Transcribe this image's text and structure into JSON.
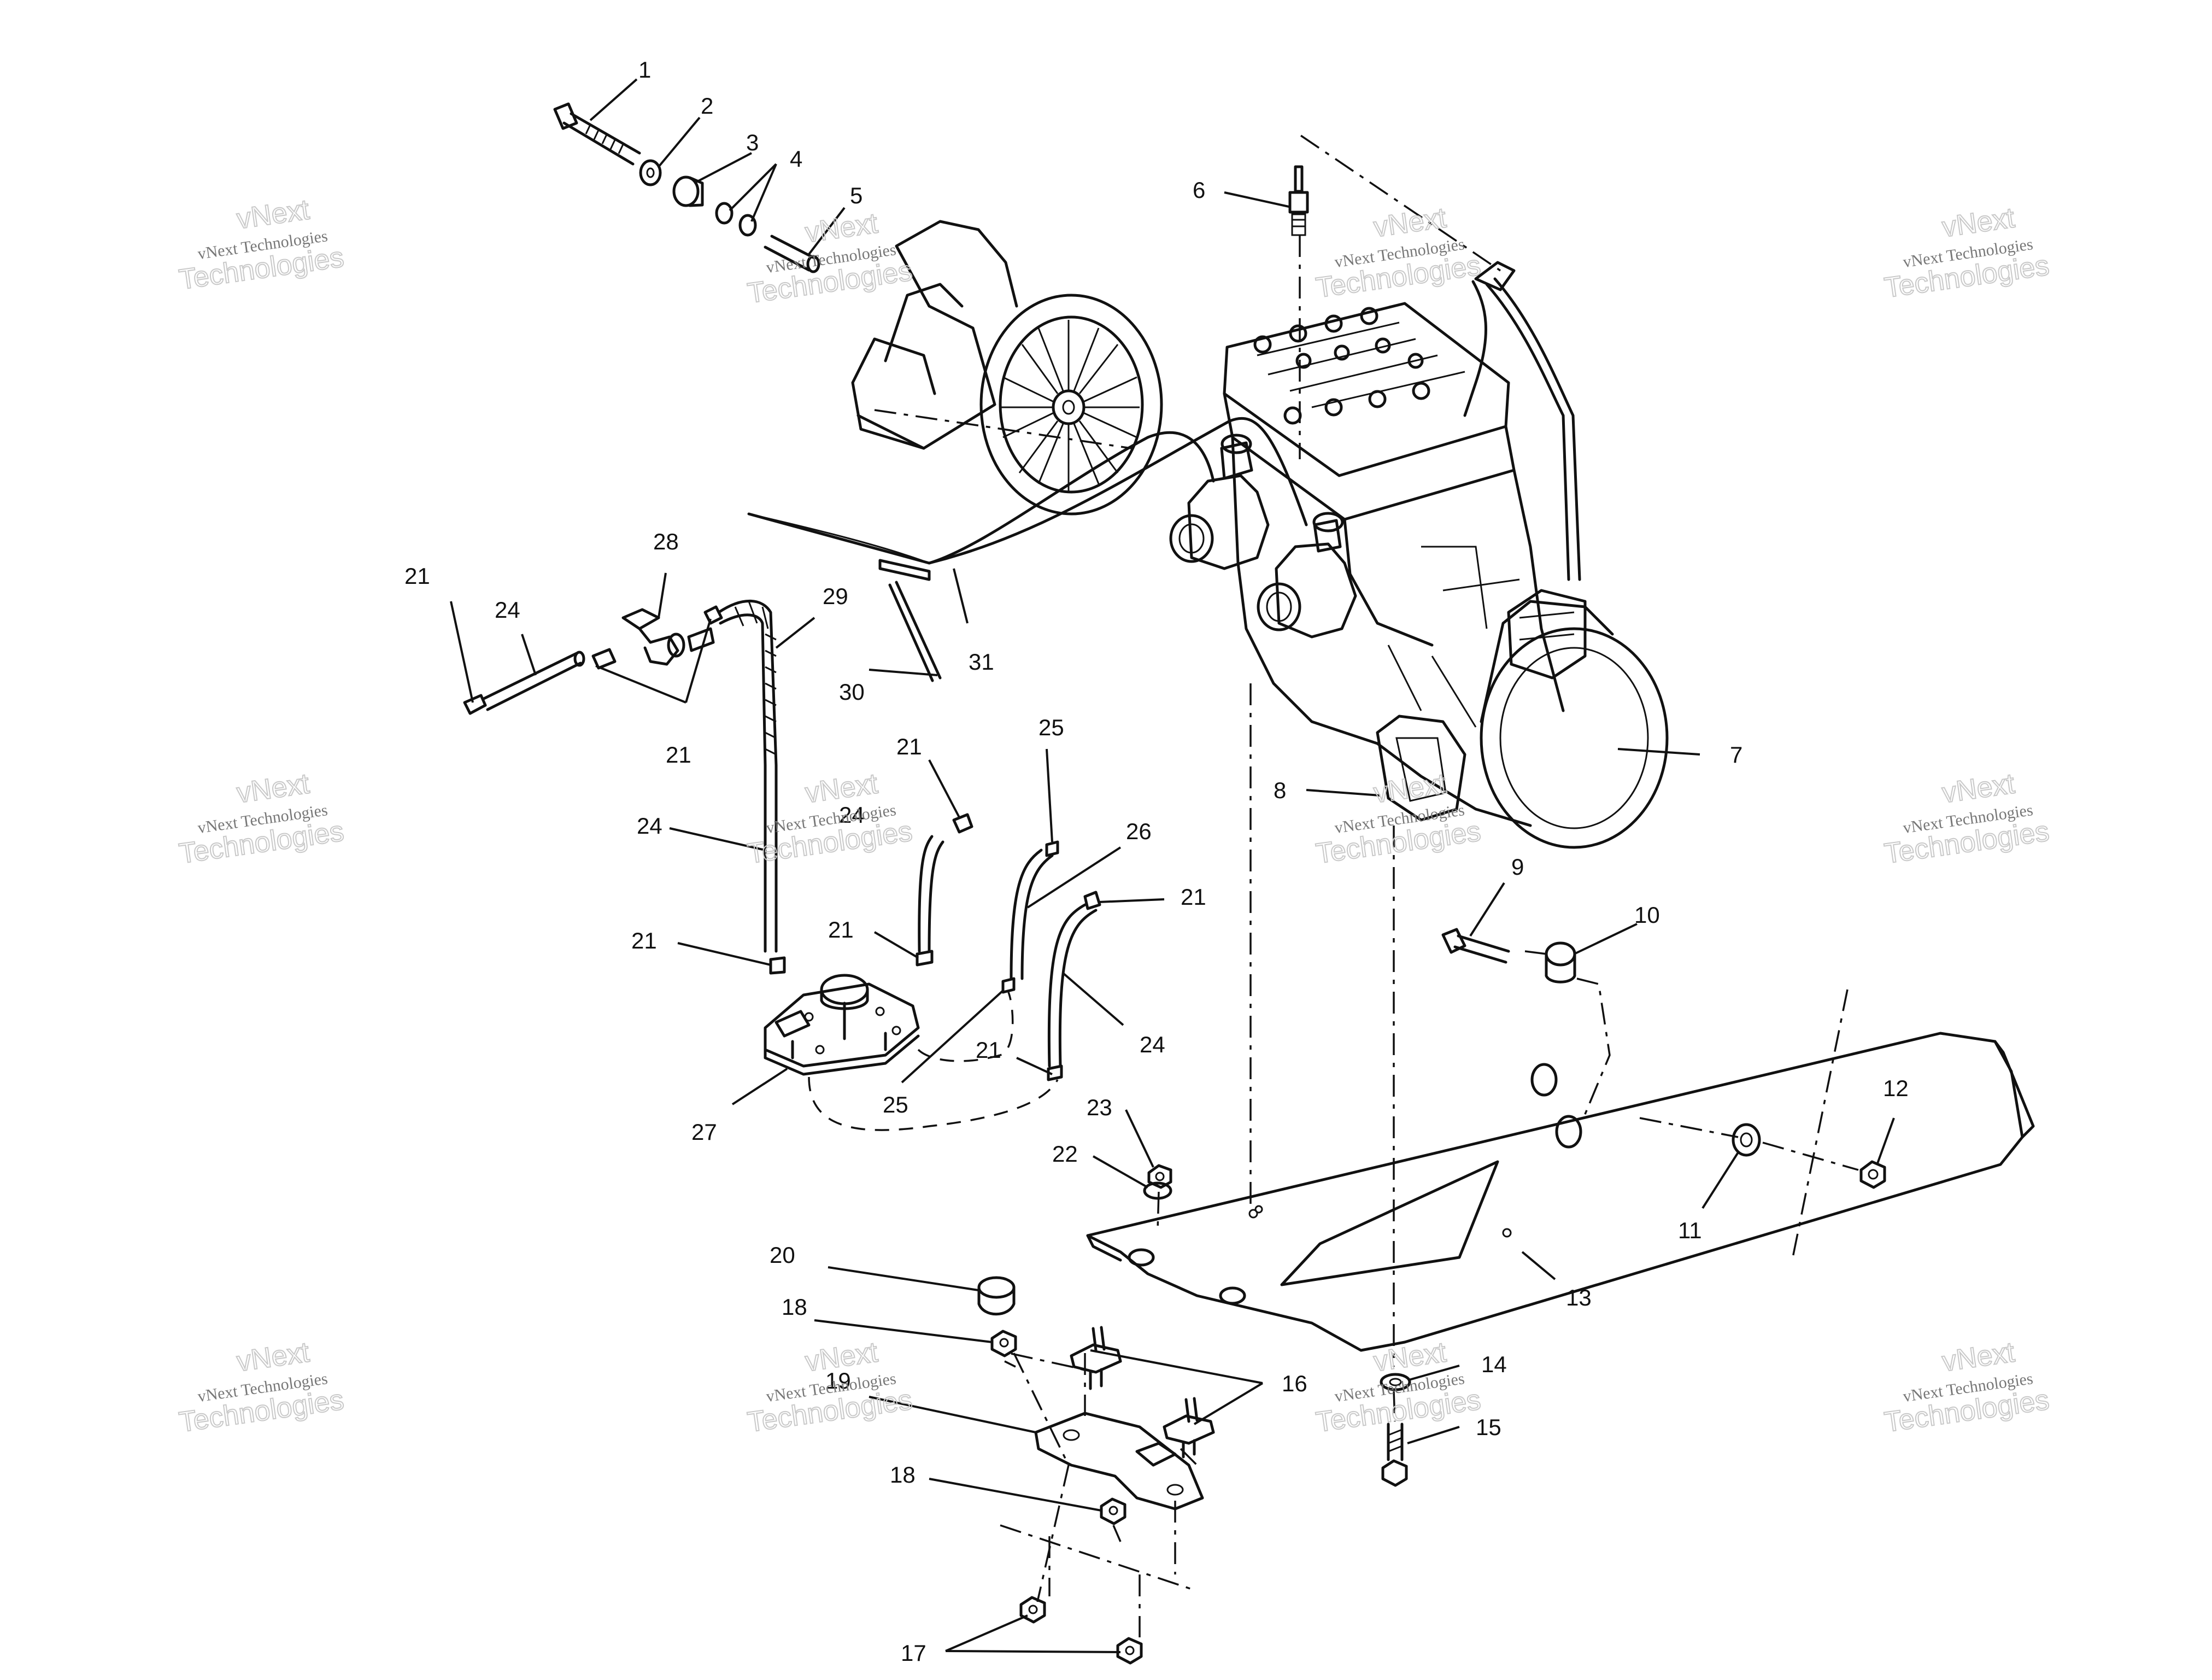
{
  "watermark": {
    "line1": "vNext",
    "line2": "vNext Technologies",
    "line3": "Technologies"
  },
  "callouts": {
    "c1": "1",
    "c2": "2",
    "c3": "3",
    "c4": "4",
    "c5": "5",
    "c6": "6",
    "c7": "7",
    "c8": "8",
    "c9": "9",
    "c10": "10",
    "c11": "11",
    "c12": "12",
    "c13": "13",
    "c14": "14",
    "c15": "15",
    "c16": "16",
    "c17": "17",
    "c18": "18",
    "c19": "19",
    "c20": "20",
    "c21": "21",
    "c22": "22",
    "c23": "23",
    "c24": "24",
    "c25": "25",
    "c26": "26",
    "c27": "27",
    "c28": "28",
    "c29": "29",
    "c30": "30",
    "c31": "31"
  }
}
